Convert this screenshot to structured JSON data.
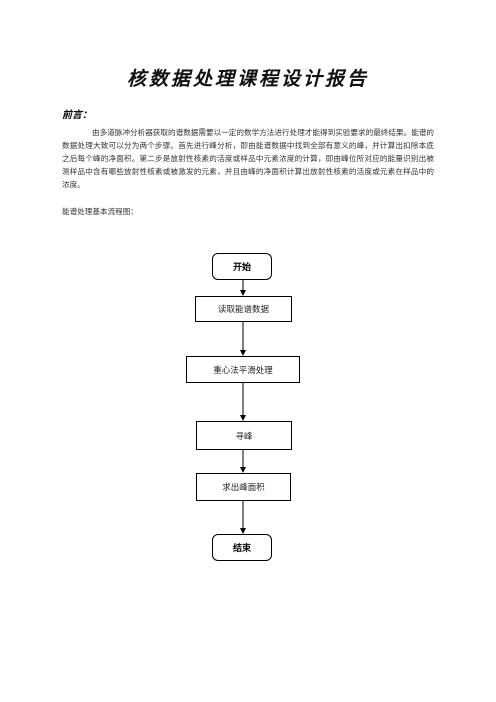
{
  "document": {
    "title": "核数据处理课程设计报告",
    "preface_heading": "前言：",
    "paragraph": "由多道脉冲分析器获取的谱数据需要以一定的数学方法进行处理才能得到实验要求的最终结果。能谱的数据处理大致可以分为两个步骤。首先进行峰分析，即由能谱数据中找到全部有意义的峰，并计算出扣除本底之后每个峰的净面积。第二步是放射性核素的活度或样品中元素浓度的计算，即由峰位所对应的能量识别出被测样品中含有哪些放射性核素或被激发的元素，并且由峰的净面积计算出放射性核素的活度或元素在样品中的浓度。",
    "flowchart_label": "能谱处理基本流程图："
  },
  "flowchart": {
    "start": "开始",
    "step1": "读取能谱数据",
    "step2": "重心法平滑处理",
    "step3": "寻峰",
    "step4": "求出峰面积",
    "end": "结束"
  }
}
